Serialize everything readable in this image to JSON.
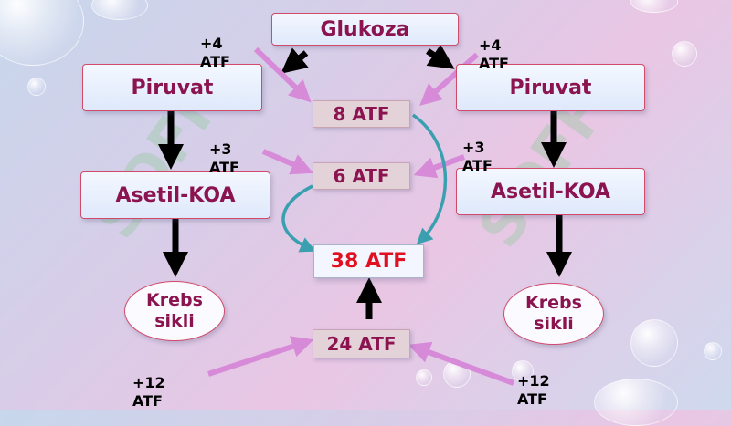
{
  "nodes": {
    "glucose": "Glukoza",
    "pyruvate_left": "Piruvat",
    "pyruvate_right": "Piruvat",
    "acetyl_left": "Asetil-KOA",
    "acetyl_right": "Asetil-KOA",
    "krebs_left": [
      "Krebs",
      "sikli"
    ],
    "krebs_right": [
      "Krebs",
      "sikli"
    ]
  },
  "center_boxes": {
    "top": "8 ATF",
    "middle": "6 ATF",
    "total": "38 ATF",
    "bottom": "24 ATF"
  },
  "labels": {
    "top_left": [
      "+4",
      "ATF"
    ],
    "top_right": [
      "+4",
      "ATF"
    ],
    "mid_left": [
      "+3",
      "ATF"
    ],
    "mid_right": [
      "+3",
      "ATF"
    ],
    "bottom_left": [
      "+12",
      "ATF"
    ],
    "bottom_right": [
      "+12",
      "ATF"
    ]
  },
  "watermark": "SOFF",
  "colors": {
    "node_text": "#8b1450",
    "node_border": "#d24a6a",
    "total_text": "#e01020",
    "pink_arrow": "#d68ad8",
    "teal_arrow": "#3aa0b0",
    "black_arrow": "#000000"
  }
}
